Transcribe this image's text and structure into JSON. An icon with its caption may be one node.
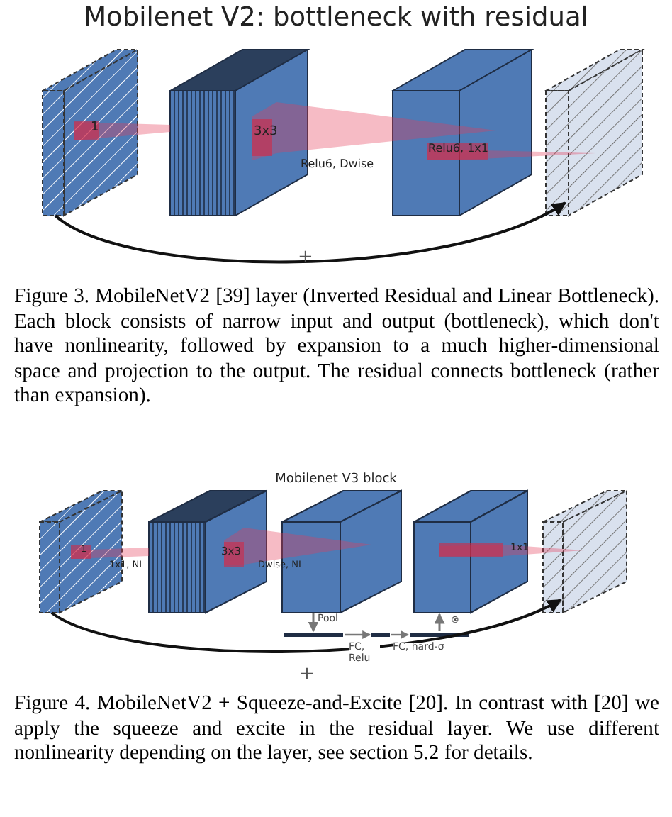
{
  "diagram": {
    "title": "Mobilenet V2: bottleneck with residual",
    "caption": "Figure 4. MobileNetV2 + Squeeze-and-Excite [20]. In contrast with [20] we apply the squeeze and excite in the residual layer. We use different nonlinearity depending on the layer, see section 5.2 for details.",
    "nodes": [
      {
        "text": [],
        "shape": "box"
      },
      {
        "text": [],
        "shape": "box"
      },
      {
        "text": [],
        "shape": "box"
      },
      {
        "text": [],
        "shape": "box"
      },
      {
        "text": [],
        "shape": "box"
      },
      {
        "text": [],
        "shape": "box"
      },
      {
        "text": [],
        "shape": "box"
      },
      {
        "text": [],
        "shape": "box"
      },
      {
        "text": [],
        "shape": "box"
      },
      {
        "text": [],
        "shape": "bar"
      },
      {
        "text": [],
        "shape": "bar"
      },
      {
        "text": [],
        "shape": "bar"
      }
    ],
    "edges": [
      {
        "from": 0,
        "to": 3,
        "arrow": "to",
        "label": "+",
        "color": "#111111"
      },
      {
        "from": 4,
        "to": 8,
        "arrow": "to",
        "label": "+",
        "color": "#111111"
      },
      {
        "from": 6,
        "to": 9,
        "arrow": "to",
        "label": "Pool"
      },
      {
        "from": 9,
        "to": 10,
        "arrow": "to",
        "label": "FC, Relu"
      },
      {
        "from": 10,
        "to": 11,
        "arrow": "to",
        "label": "FC, hard-σ"
      },
      {
        "from": 11,
        "to": 7,
        "arrow": "to",
        "label": "⊗"
      }
    ],
    "labels": [
      "1",
      "3x3",
      "Relu6, Dwise",
      "Relu6, 1x1",
      "Figure 3. MobileNetV2 [39] layer (Inverted Residual and Linear Bottleneck). Each block consists of narrow input and output (bottleneck), which don't have nonlinearity, followed by expansion to a much higher-dimensional space and projection to the output. The residual connects bottleneck (rather than expansion).",
      "Mobilenet V3 block",
      "1",
      "1x1, NL",
      "3x3",
      "Dwise, NL",
      "1x1"
    ]
  }
}
